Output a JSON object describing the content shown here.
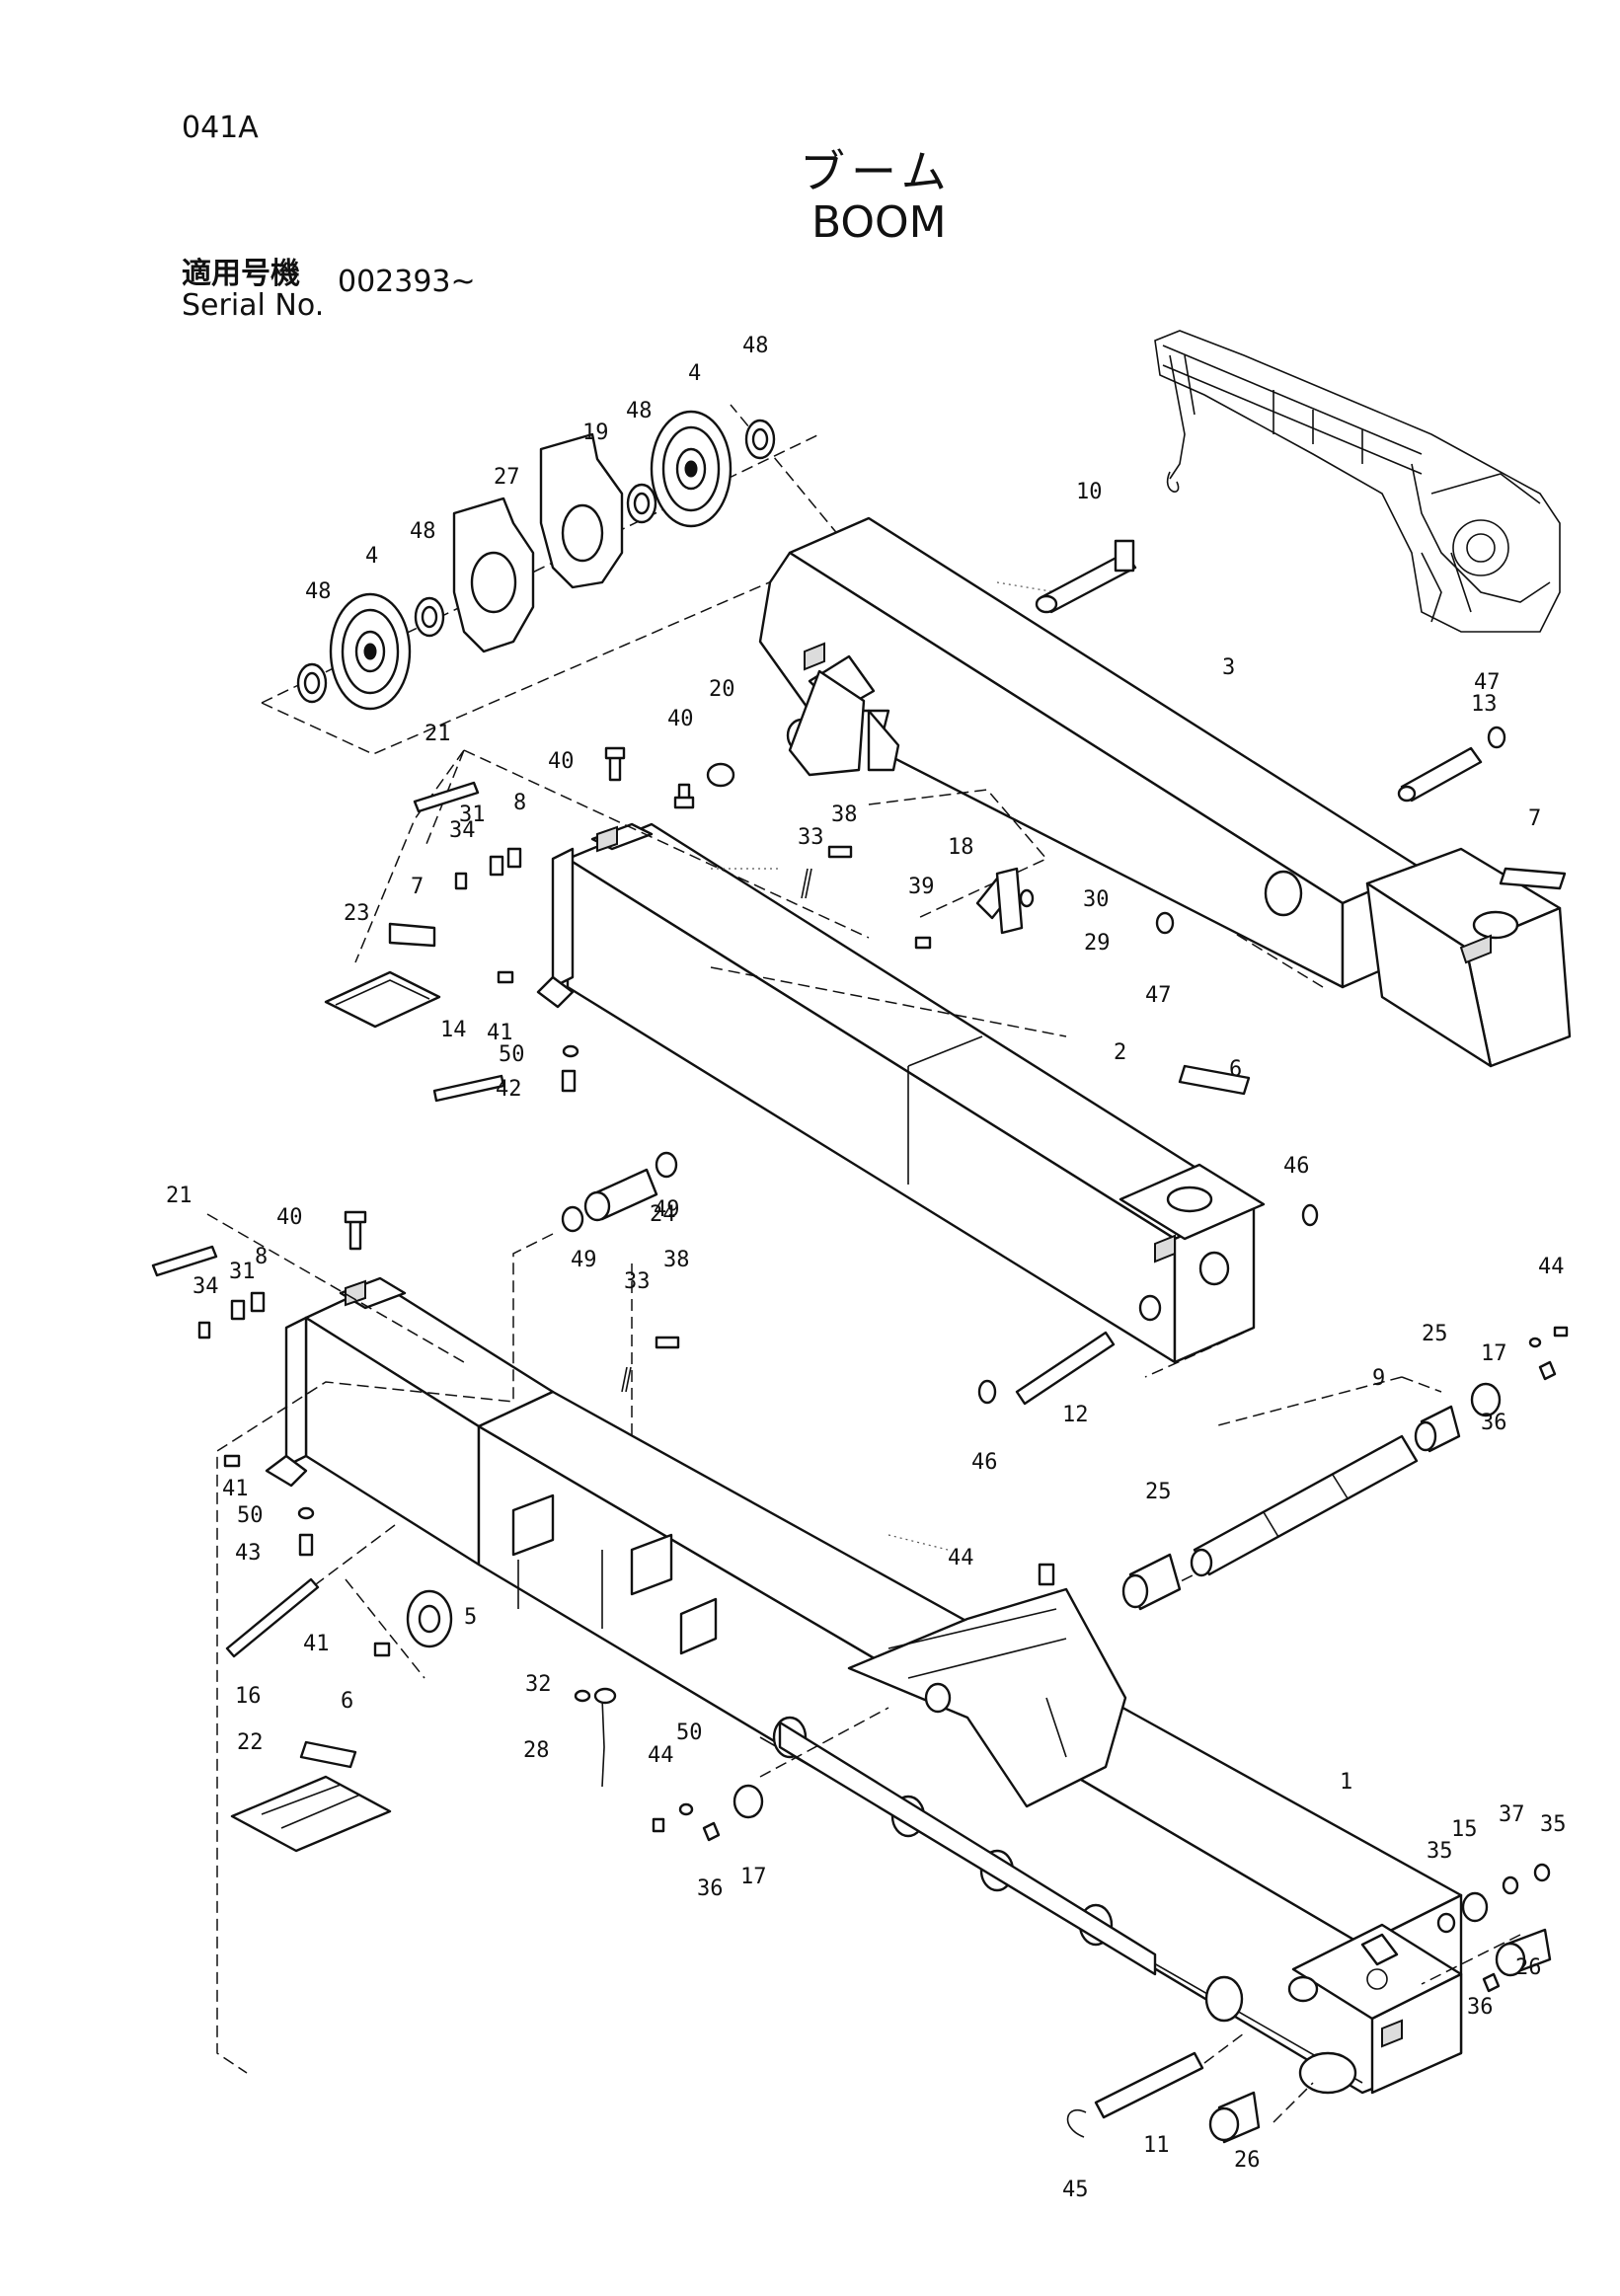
{
  "header": {
    "page_code": "041A",
    "title_jp": "ブーム",
    "title_en": "BOOM",
    "serial_label_jp": "適用号機",
    "serial_label_en": "Serial No.",
    "serial_value": "002393~"
  },
  "callouts": [
    "1",
    "2",
    "3",
    "4",
    "4",
    "5",
    "6",
    "6",
    "7",
    "7",
    "8",
    "8",
    "9",
    "10",
    "11",
    "12",
    "13",
    "14",
    "15",
    "16",
    "17",
    "17",
    "18",
    "19",
    "20",
    "21",
    "21",
    "22",
    "23",
    "24",
    "25",
    "25",
    "26",
    "26",
    "27",
    "28",
    "29",
    "30",
    "31",
    "31",
    "32",
    "33",
    "33",
    "34",
    "34",
    "35",
    "35",
    "36",
    "36",
    "36",
    "37",
    "38",
    "38",
    "39",
    "40",
    "40",
    "40",
    "41",
    "41",
    "41",
    "42",
    "43",
    "44",
    "44",
    "44",
    "45",
    "46",
    "46",
    "47",
    "47",
    "48",
    "48",
    "48",
    "48",
    "49",
    "49",
    "50",
    "50",
    "50"
  ]
}
